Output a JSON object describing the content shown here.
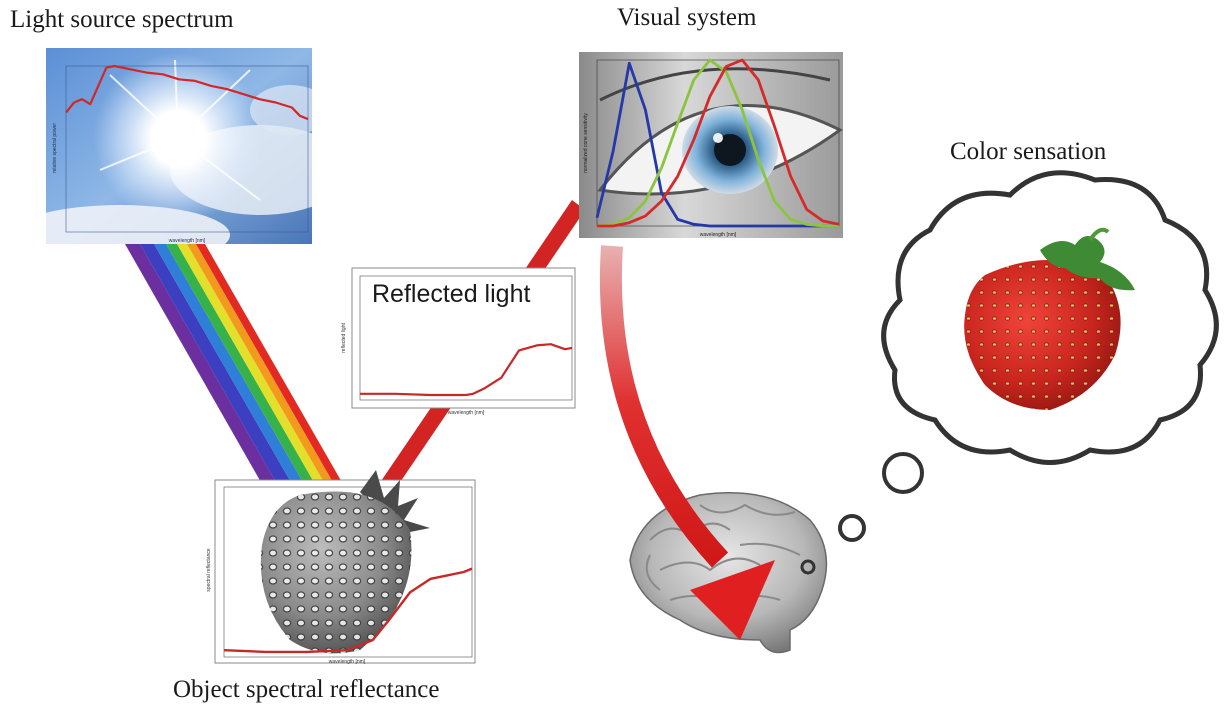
{
  "captions": {
    "light_source": "Light source spectrum",
    "visual_system": "Visual system",
    "color_sensation": "Color sensation",
    "reflected_light": "Reflected light",
    "object_reflectance": "Object spectral reflectance"
  },
  "chart_data": [
    {
      "type": "line",
      "title": "Light source spectrum",
      "xlim": [
        400,
        700
      ],
      "ylim": [
        0,
        1
      ],
      "x": [
        400,
        410,
        420,
        430,
        440,
        450,
        460,
        480,
        500,
        520,
        540,
        560,
        580,
        600,
        620,
        640,
        660,
        680,
        690,
        700
      ],
      "series": [
        {
          "values": [
            0.72,
            0.78,
            0.8,
            0.77,
            0.88,
            0.99,
            1.0,
            0.98,
            0.96,
            0.95,
            0.92,
            0.91,
            0.88,
            0.86,
            0.83,
            0.8,
            0.78,
            0.75,
            0.7,
            0.68
          ],
          "color": "#d02828"
        }
      ]
    },
    {
      "type": "line",
      "title": "Visual system",
      "xlim": [
        400,
        700
      ],
      "ylim": [
        0,
        1
      ],
      "x": [
        400,
        420,
        440,
        460,
        480,
        500,
        520,
        540,
        560,
        580,
        600,
        620,
        640,
        660,
        680,
        700
      ],
      "series": [
        {
          "values": [
            0.05,
            0.45,
            0.98,
            0.7,
            0.2,
            0.04,
            0.01,
            0.0,
            0.0,
            0.0,
            0.0,
            0.0,
            0.0,
            0.0,
            0.0,
            0.0
          ],
          "color": "#2438a8"
        },
        {
          "values": [
            0.0,
            0.01,
            0.05,
            0.15,
            0.35,
            0.62,
            0.88,
            1.0,
            0.93,
            0.7,
            0.4,
            0.15,
            0.04,
            0.01,
            0.0,
            0.0
          ],
          "color": "#8bc53f"
        },
        {
          "values": [
            0.0,
            0.0,
            0.02,
            0.06,
            0.15,
            0.3,
            0.52,
            0.78,
            0.96,
            1.0,
            0.88,
            0.6,
            0.3,
            0.1,
            0.03,
            0.01
          ],
          "color": "#d62a2a"
        }
      ]
    },
    {
      "type": "line",
      "title": "Reflected light",
      "xlim": [
        400,
        700
      ],
      "ylim": [
        0,
        1
      ],
      "x": [
        400,
        450,
        500,
        550,
        560,
        575,
        600,
        625,
        650,
        670,
        690,
        700
      ],
      "series": [
        {
          "values": [
            0.05,
            0.05,
            0.04,
            0.04,
            0.05,
            0.09,
            0.18,
            0.4,
            0.44,
            0.45,
            0.41,
            0.42
          ],
          "color": "#c82828"
        }
      ]
    },
    {
      "type": "line",
      "title": "Object spectral reflectance",
      "xlim": [
        400,
        700
      ],
      "ylim": [
        0,
        1
      ],
      "x": [
        400,
        450,
        500,
        550,
        580,
        600,
        625,
        650,
        670,
        690,
        700
      ],
      "series": [
        {
          "values": [
            0.04,
            0.03,
            0.03,
            0.04,
            0.1,
            0.22,
            0.38,
            0.46,
            0.48,
            0.5,
            0.52
          ],
          "color": "#c82828"
        }
      ]
    }
  ]
}
